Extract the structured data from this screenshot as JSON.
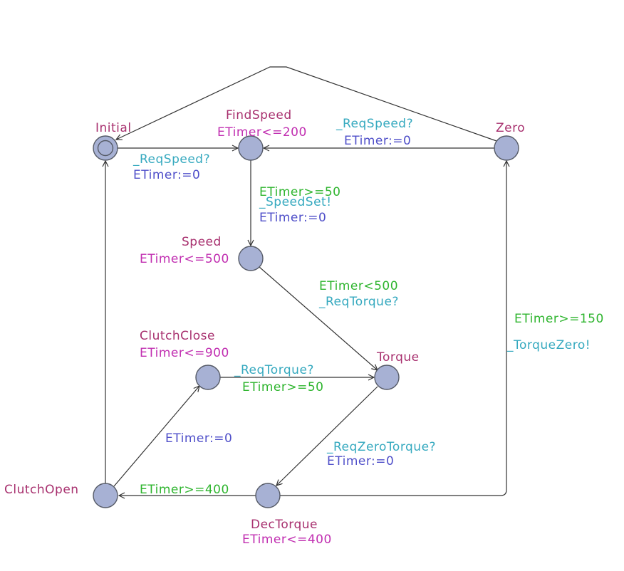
{
  "colors": {
    "location_fill": "#a7b1d4",
    "location_stroke": "#555a66",
    "edge": "#333333",
    "name": "#a8316f",
    "invariant": "#c12fb1",
    "guard": "#2fb52f",
    "sync": "#35a9bf",
    "assignment": "#4f4fc9"
  },
  "locations": {
    "initial": {
      "name": "Initial",
      "initial": true
    },
    "findspeed": {
      "name": "FindSpeed",
      "invariant": "ETimer<=200"
    },
    "zero": {
      "name": "Zero"
    },
    "speed": {
      "name": "Speed",
      "invariant": "ETimer<=500"
    },
    "torque": {
      "name": "Torque"
    },
    "clutchclose": {
      "name": "ClutchClose",
      "invariant": "ETimer<=900"
    },
    "clutchopen": {
      "name": "ClutchOpen"
    },
    "dectorque": {
      "name": "DecTorque",
      "invariant": "ETimer<=400"
    }
  },
  "edges": {
    "initial_findspeed": {
      "from": "Initial",
      "to": "FindSpeed",
      "sync": "_ReqSpeed?",
      "assign": "ETimer:=0"
    },
    "zero_findspeed": {
      "from": "Zero",
      "to": "FindSpeed",
      "sync": "_ReqSpeed?",
      "assign": "ETimer:=0"
    },
    "zero_initial": {
      "from": "Zero",
      "to": "Initial"
    },
    "findspeed_speed": {
      "from": "FindSpeed",
      "to": "Speed",
      "guard": "ETimer>=50",
      "sync": "_SpeedSet!",
      "assign": "ETimer:=0"
    },
    "speed_torque": {
      "from": "Speed",
      "to": "Torque",
      "guard": "ETimer<500",
      "sync": "_ReqTorque?"
    },
    "clutchclose_torque": {
      "from": "ClutchClose",
      "to": "Torque",
      "sync": "_ReqTorque?",
      "guard": "ETimer>=50"
    },
    "torque_dectorque": {
      "from": "Torque",
      "to": "DecTorque",
      "sync": "_ReqZeroTorque?",
      "assign": "ETimer:=0"
    },
    "dectorque_clutchopen": {
      "from": "DecTorque",
      "to": "ClutchOpen",
      "guard": "ETimer>=400"
    },
    "clutchopen_clutchclose": {
      "from": "ClutchOpen",
      "to": "ClutchClose",
      "assign": "ETimer:=0"
    },
    "clutchopen_initial": {
      "from": "ClutchOpen",
      "to": "Initial"
    },
    "dectorque_zero": {
      "from": "DecTorque",
      "to": "Zero",
      "guard": "ETimer>=150",
      "sync": "_TorqueZero!"
    }
  }
}
